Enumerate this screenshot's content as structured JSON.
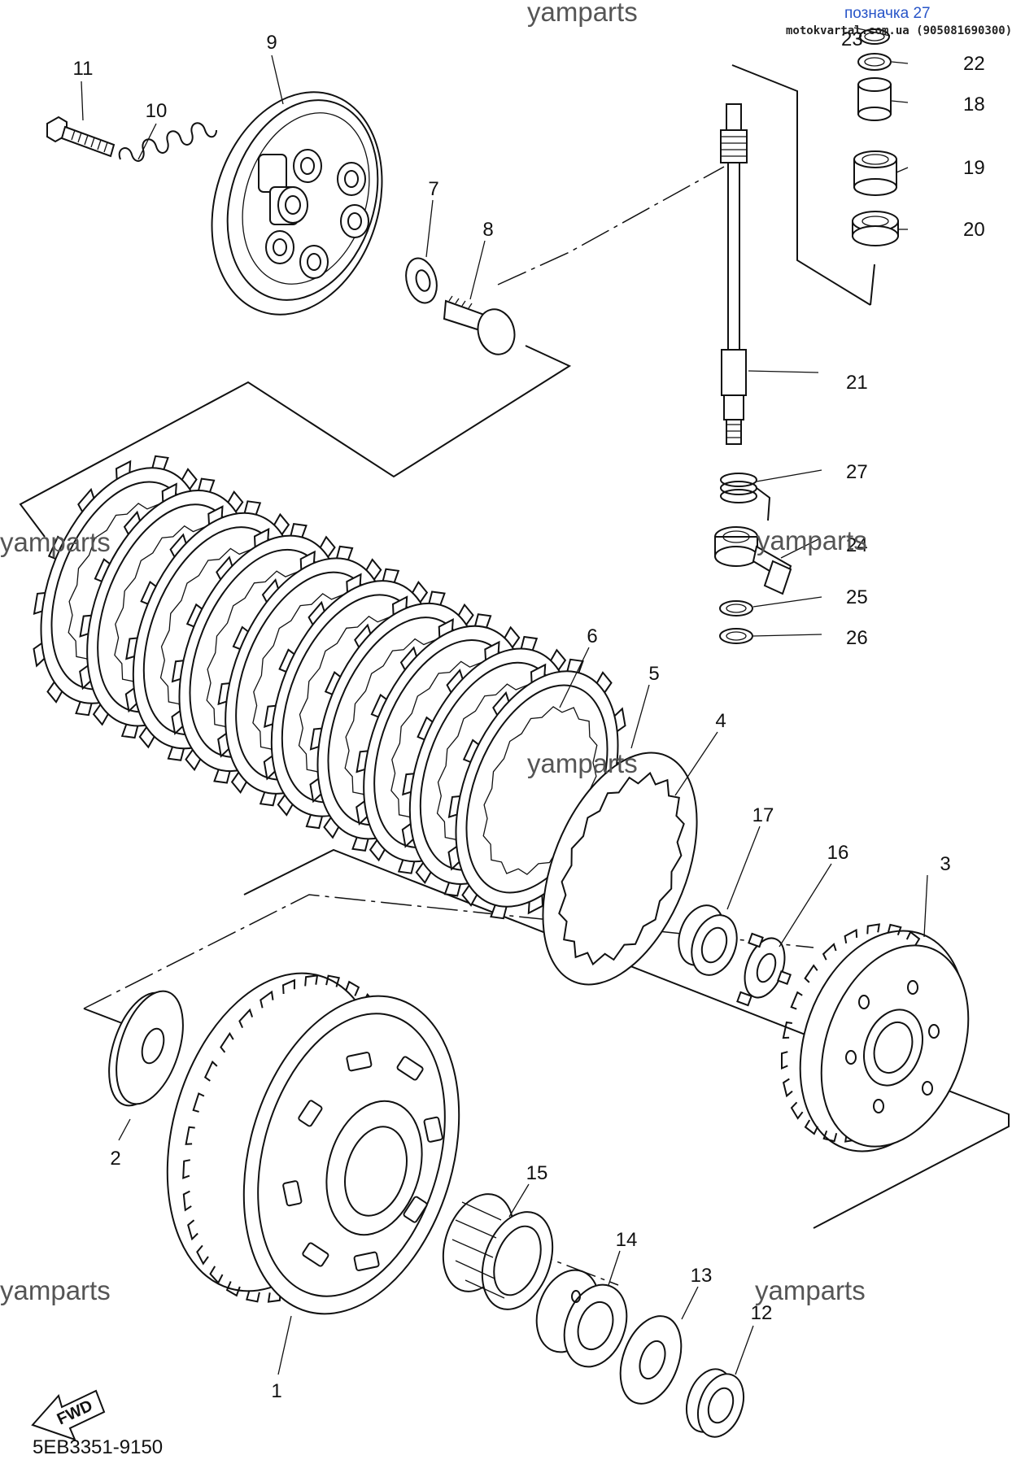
{
  "header": {
    "link_text": "позначка 27",
    "site_text": "motokvartal.com.ua (905081690300)"
  },
  "watermarks": [
    "yamparts",
    "yamparts",
    "yamparts",
    "yamparts",
    "yamparts",
    "yamparts"
  ],
  "callouts": [
    {
      "id": "p1",
      "label": "1"
    },
    {
      "id": "p2",
      "label": "2"
    },
    {
      "id": "p3",
      "label": "3"
    },
    {
      "id": "p4",
      "label": "4"
    },
    {
      "id": "p5",
      "label": "5"
    },
    {
      "id": "p6",
      "label": "6"
    },
    {
      "id": "p7",
      "label": "7"
    },
    {
      "id": "p8",
      "label": "8"
    },
    {
      "id": "p9",
      "label": "9"
    },
    {
      "id": "p10",
      "label": "10"
    },
    {
      "id": "p11",
      "label": "11"
    },
    {
      "id": "p12",
      "label": "12"
    },
    {
      "id": "p13",
      "label": "13"
    },
    {
      "id": "p14",
      "label": "14"
    },
    {
      "id": "p15",
      "label": "15"
    },
    {
      "id": "p16",
      "label": "16"
    },
    {
      "id": "p17",
      "label": "17"
    },
    {
      "id": "p18",
      "label": "18"
    },
    {
      "id": "p19",
      "label": "19"
    },
    {
      "id": "p20",
      "label": "20"
    },
    {
      "id": "p21",
      "label": "21"
    },
    {
      "id": "p22",
      "label": "22"
    },
    {
      "id": "p23",
      "label": "23"
    },
    {
      "id": "p24",
      "label": "24"
    },
    {
      "id": "p25",
      "label": "25"
    },
    {
      "id": "p26",
      "label": "26"
    },
    {
      "id": "p27",
      "label": "27"
    }
  ],
  "fwd_label": "FWD",
  "drawing_code": "5EB3351-9150"
}
